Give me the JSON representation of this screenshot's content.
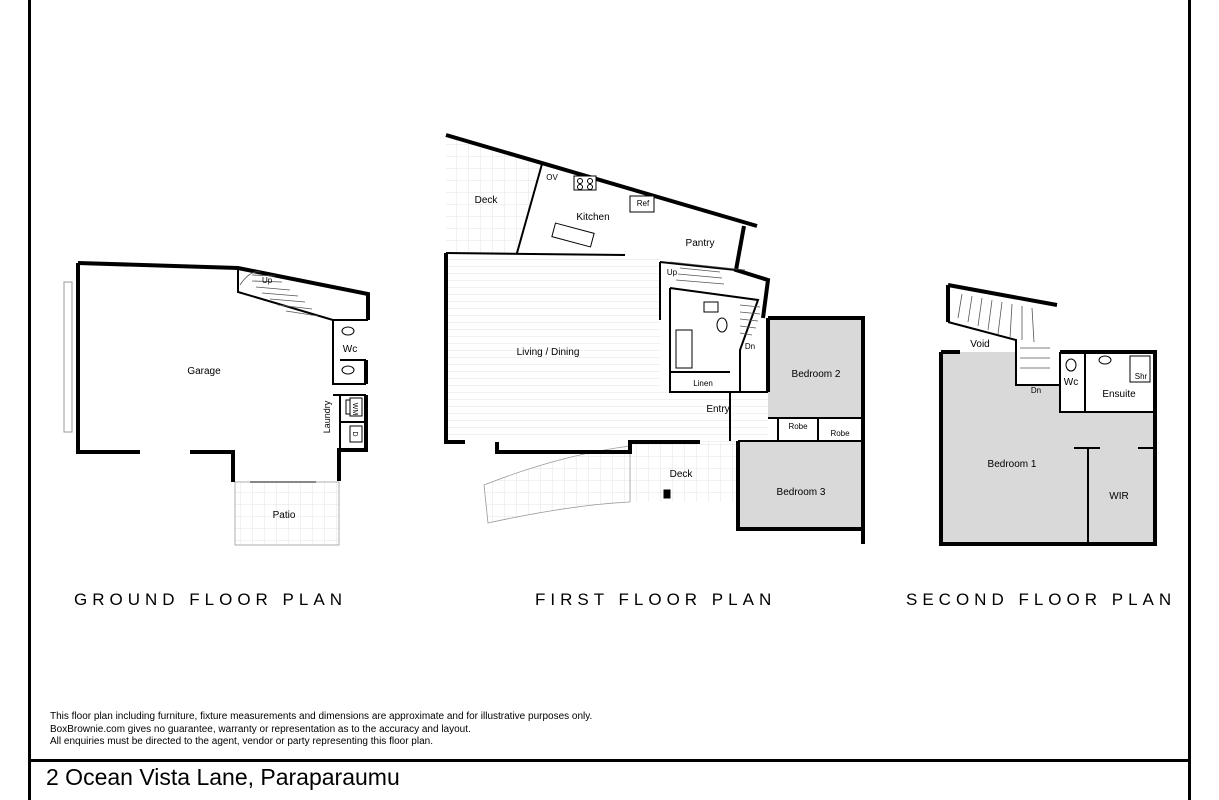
{
  "rooms": {
    "garage": "Garage",
    "wc_ground": "Wc",
    "laundry": "Laundry",
    "wm": "WM",
    "d": "D",
    "patio": "Patio",
    "up_ground": "Up",
    "deck_top": "Deck",
    "ov": "OV",
    "kitchen": "Kitchen",
    "ref": "Ref",
    "pantry": "Pantry",
    "up_first": "Up",
    "living_dining": "Living / Dining",
    "dn_first": "Dn",
    "linen": "Linen",
    "bedroom2": "Bedroom 2",
    "entry": "Entry",
    "robe_a": "Robe",
    "robe_b": "Robe",
    "deck_bottom": "Deck",
    "bedroom3": "Bedroom 3",
    "void": "Void",
    "dn_second": "Dn",
    "wc_second": "Wc",
    "shr": "Shr",
    "ensuite": "Ensuite",
    "bedroom1": "Bedroom 1",
    "wir": "WIR"
  },
  "plan_titles": {
    "ground": "GROUND FLOOR PLAN",
    "first": "FIRST FLOOR PLAN",
    "second": "SECOND FLOOR PLAN"
  },
  "disclaimer": [
    "This floor plan including furniture, fixture measurements and dimensions are approximate and for illustrative purposes only.",
    "BoxBrownie.com gives no guarantee, warranty or representation as to the accuracy and layout.",
    "All enquiries must be directed to the agent, vendor or party representing this floor plan."
  ],
  "address": "2 Ocean Vista Lane, Paraparaumu",
  "colors": {
    "wall": "#000000",
    "room_fill": "#d9d9d9",
    "grid_line": "#e6e6e6"
  }
}
